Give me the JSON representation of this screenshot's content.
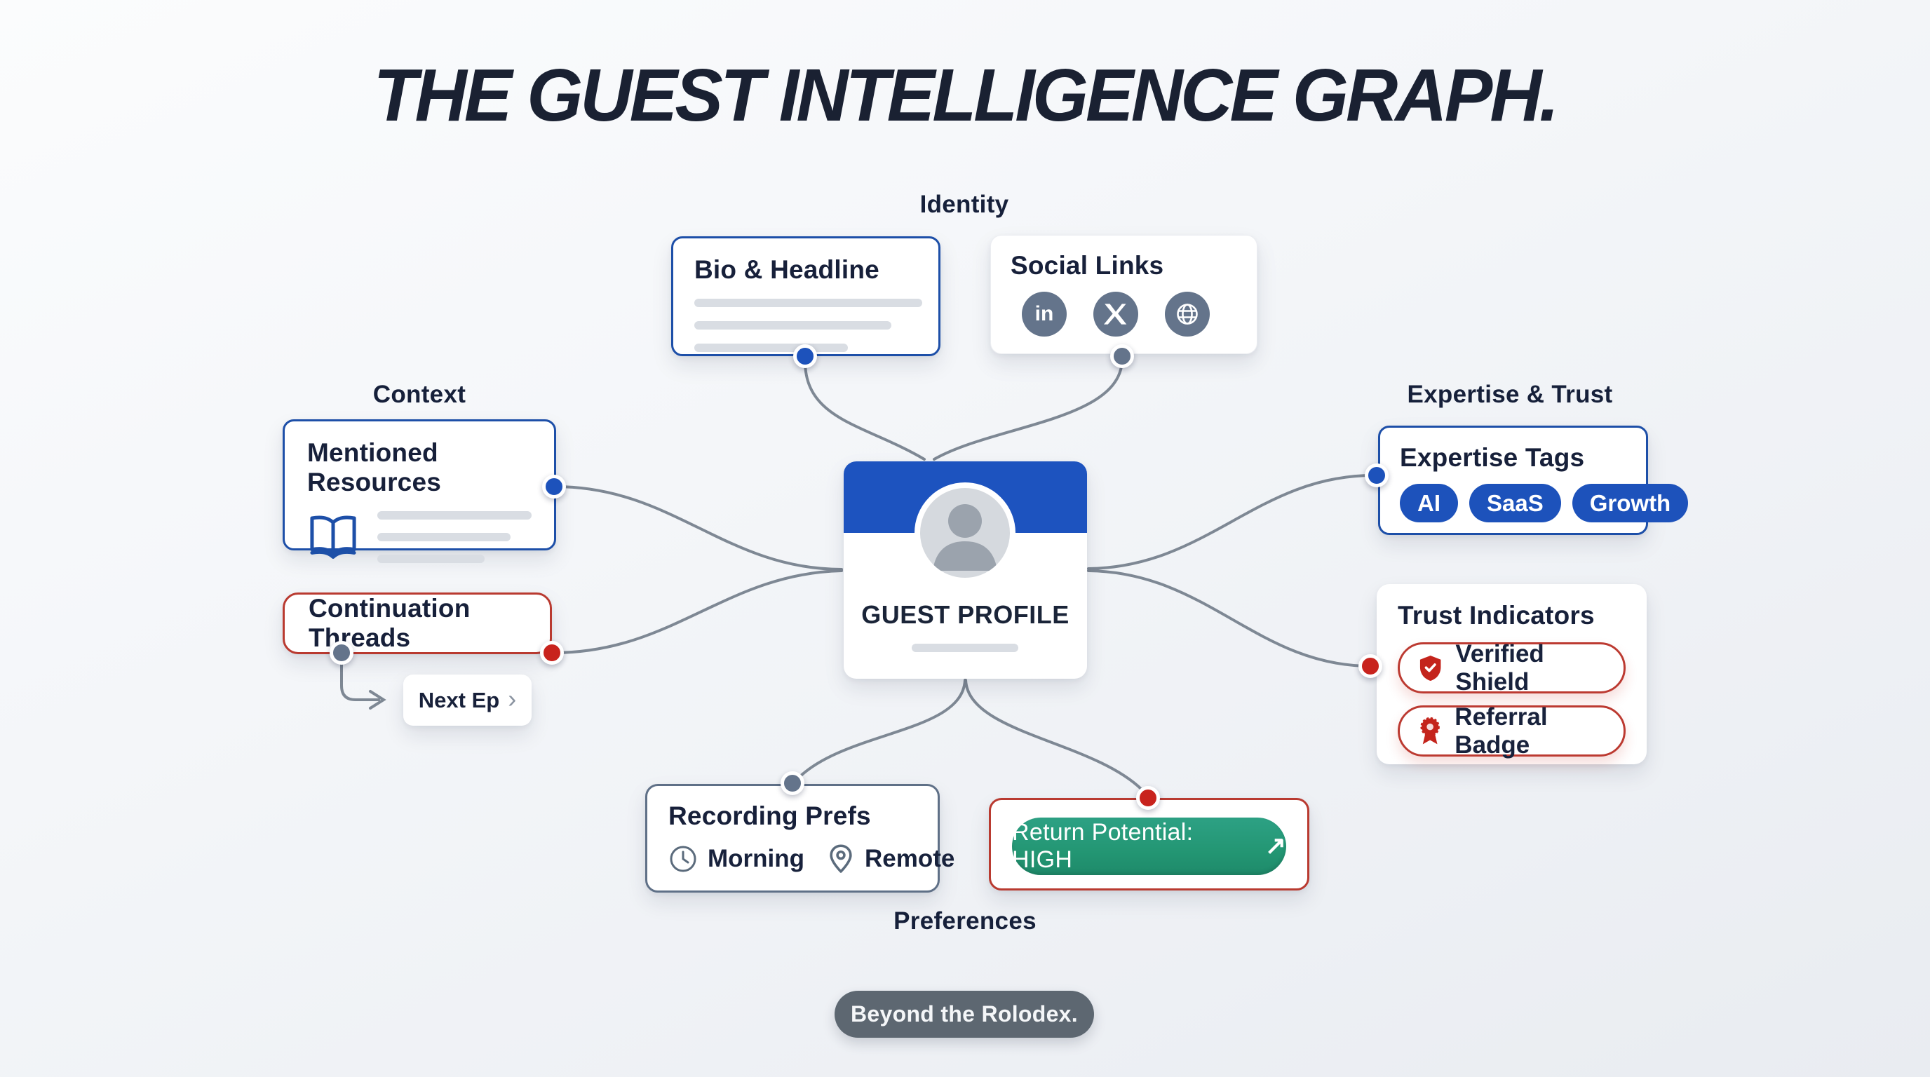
{
  "title": "THE GUEST INTELLIGENCE GRAPH.",
  "sections": {
    "identity": {
      "label": "Identity"
    },
    "context": {
      "label": "Context"
    },
    "expertise_trust": {
      "label": "Expertise & Trust"
    },
    "preferences": {
      "label": "Preferences"
    }
  },
  "cards": {
    "bio": {
      "title": "Bio & Headline"
    },
    "social": {
      "title": "Social Links",
      "icons": [
        "linkedin",
        "x",
        "globe"
      ]
    },
    "mentioned": {
      "title": "Mentioned Resources"
    },
    "threads": {
      "title": "Continuation Threads"
    },
    "next_ep": {
      "label": "Next Ep",
      "chevron": "›"
    },
    "center": {
      "title": "GUEST PROFILE"
    },
    "tags": {
      "title": "Expertise Tags",
      "items": [
        "AI",
        "SaaS",
        "Growth"
      ]
    },
    "trust": {
      "title": "Trust Indicators",
      "items": [
        {
          "label": "Verified Shield"
        },
        {
          "label": "Referral Badge"
        }
      ]
    },
    "recording": {
      "title": "Recording Prefs",
      "items": [
        {
          "label": "Morning"
        },
        {
          "label": "Remote"
        }
      ]
    },
    "return_potential": {
      "label": "Return Potential: HIGH",
      "arrow": "↗"
    }
  },
  "footer": {
    "badge": "Beyond the Rolodex."
  },
  "colors": {
    "accent_blue": "#1d52bb",
    "accent_red": "#c8231d",
    "accent_green": "#239673",
    "slate": "#64748b",
    "connector": "#7e8894",
    "navy_text": "#17203a"
  }
}
